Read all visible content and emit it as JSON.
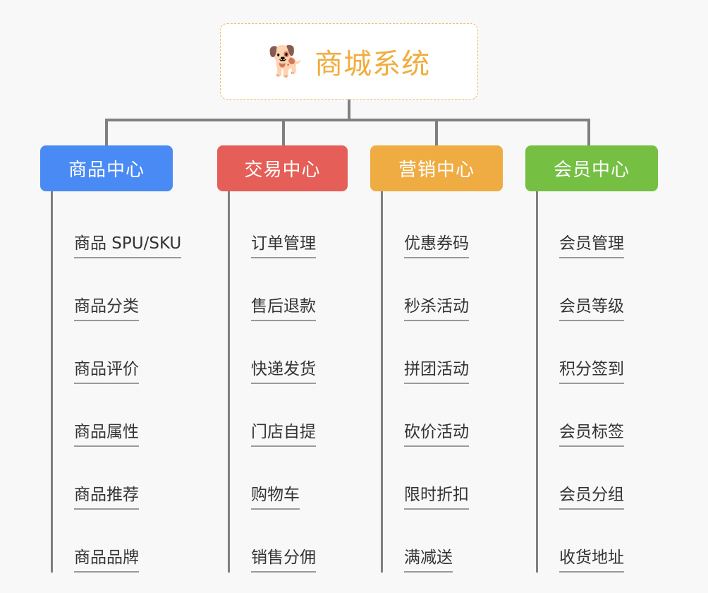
{
  "canvas": {
    "background": "#f8f8f8",
    "connector_color": "#808080"
  },
  "root": {
    "icon": "shiba-dog-face-icon",
    "emoji": "🐕",
    "title": "商城系统",
    "text_color": "#f0ad3e",
    "border_color": "#eebb66",
    "background": "#ffffff"
  },
  "branches": [
    {
      "label": "商品中心",
      "color": "#4a8af4",
      "items": [
        "商品 SPU/SKU",
        "商品分类",
        "商品评价",
        "商品属性",
        "商品推荐",
        "商品品牌"
      ]
    },
    {
      "label": "交易中心",
      "color": "#e55e57",
      "items": [
        "订单管理",
        "售后退款",
        "快递发货",
        "门店自提",
        "购物车",
        "销售分佣"
      ]
    },
    {
      "label": "营销中心",
      "color": "#eeac42",
      "items": [
        "优惠券码",
        "秒杀活动",
        "拼团活动",
        "砍价活动",
        "限时折扣",
        "满减送"
      ]
    },
    {
      "label": "会员中心",
      "color": "#75bf43",
      "items": [
        "会员管理",
        "会员等级",
        "积分签到",
        "会员标签",
        "会员分组",
        "收货地址"
      ]
    }
  ]
}
